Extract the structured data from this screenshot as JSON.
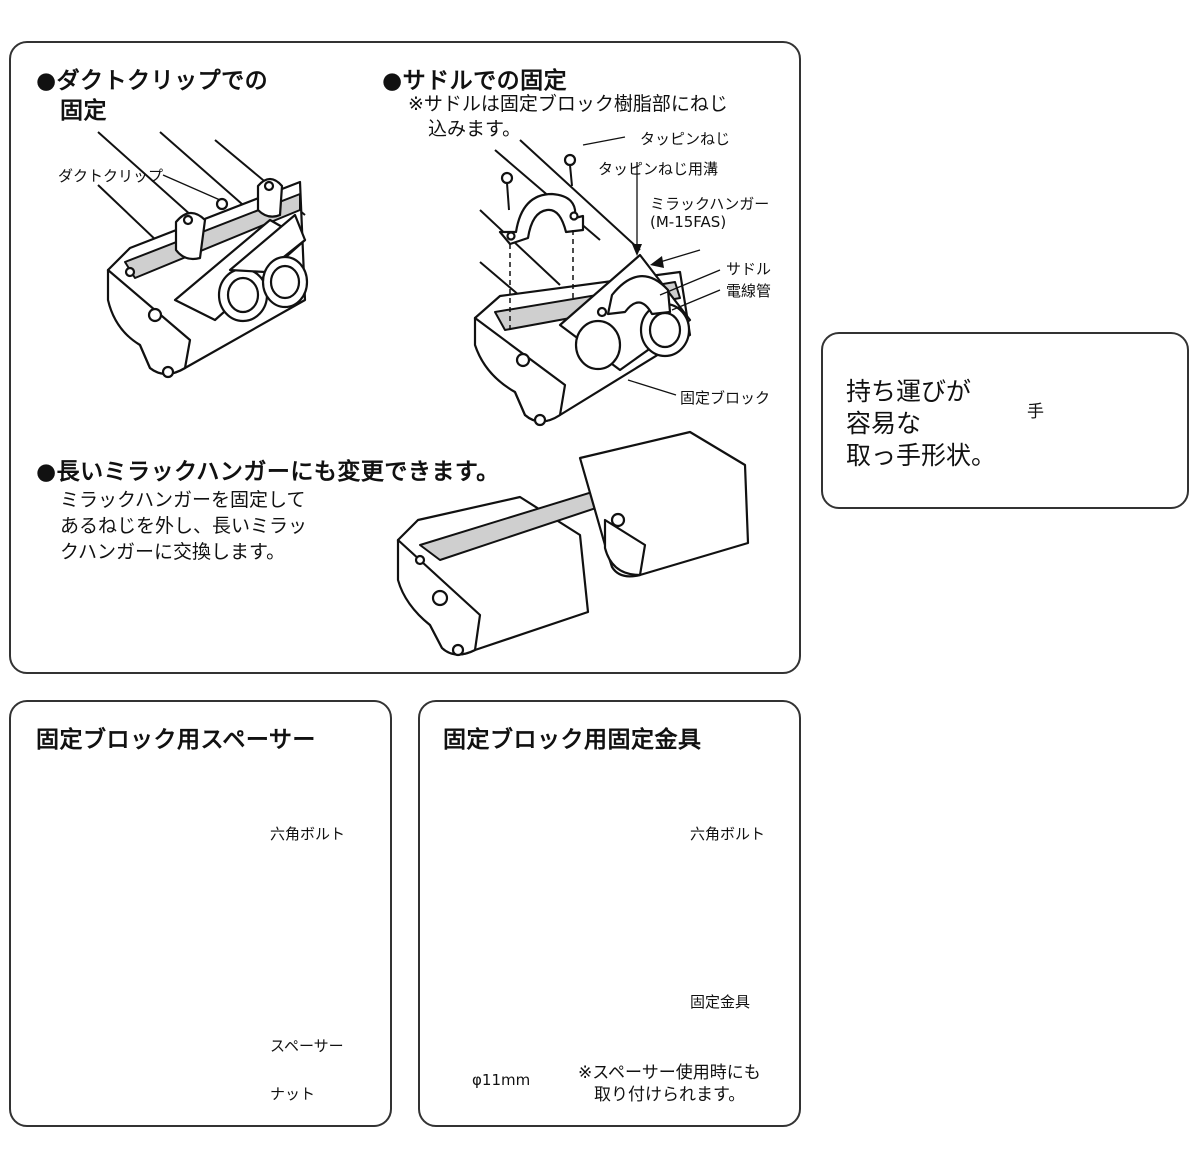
{
  "top_panel": {
    "duct_clip": {
      "heading_line1": "●ダクトクリップでの",
      "heading_line2": "固定",
      "label_clip": "ダクトクリップ"
    },
    "saddle": {
      "heading": "●サドルでの固定",
      "note_line1": "※サドルは固定ブロック樹脂部にねじ",
      "note_line2": "込みます。",
      "label_tappin_screw": "タッピンねじ",
      "label_tappin_groove": "タッピンねじ用溝",
      "label_hanger_line1": "ミラックハンガー",
      "label_hanger_line2": "(M-15FAS)",
      "label_saddle": "サドル",
      "label_conduit": "電線管",
      "label_block": "固定ブロック"
    },
    "long_hanger": {
      "heading": "●長いミラックハンガーにも変更できます。",
      "body_line1": "ミラックハンガーを固定して",
      "body_line2": "あるねじを外し、長いミラッ",
      "body_line3": "クハンガーに交換します。"
    }
  },
  "handle_panel": {
    "line1": "持ち運びが",
    "line2": "容易な",
    "line3": "取っ手形状。",
    "hand_label": "手"
  },
  "spacer_panel": {
    "heading": "固定ブロック用スペーサー",
    "label_bolt": "六角ボルト",
    "label_spacer": "スペーサー",
    "label_nut": "ナット"
  },
  "bracket_panel": {
    "heading": "固定ブロック用固定金具",
    "label_bolt": "六角ボルト",
    "label_bracket": "固定金具",
    "hole_label": "φ11mm",
    "note_line1": "※スペーサー使用時にも",
    "note_line2": "取り付けられます。"
  }
}
